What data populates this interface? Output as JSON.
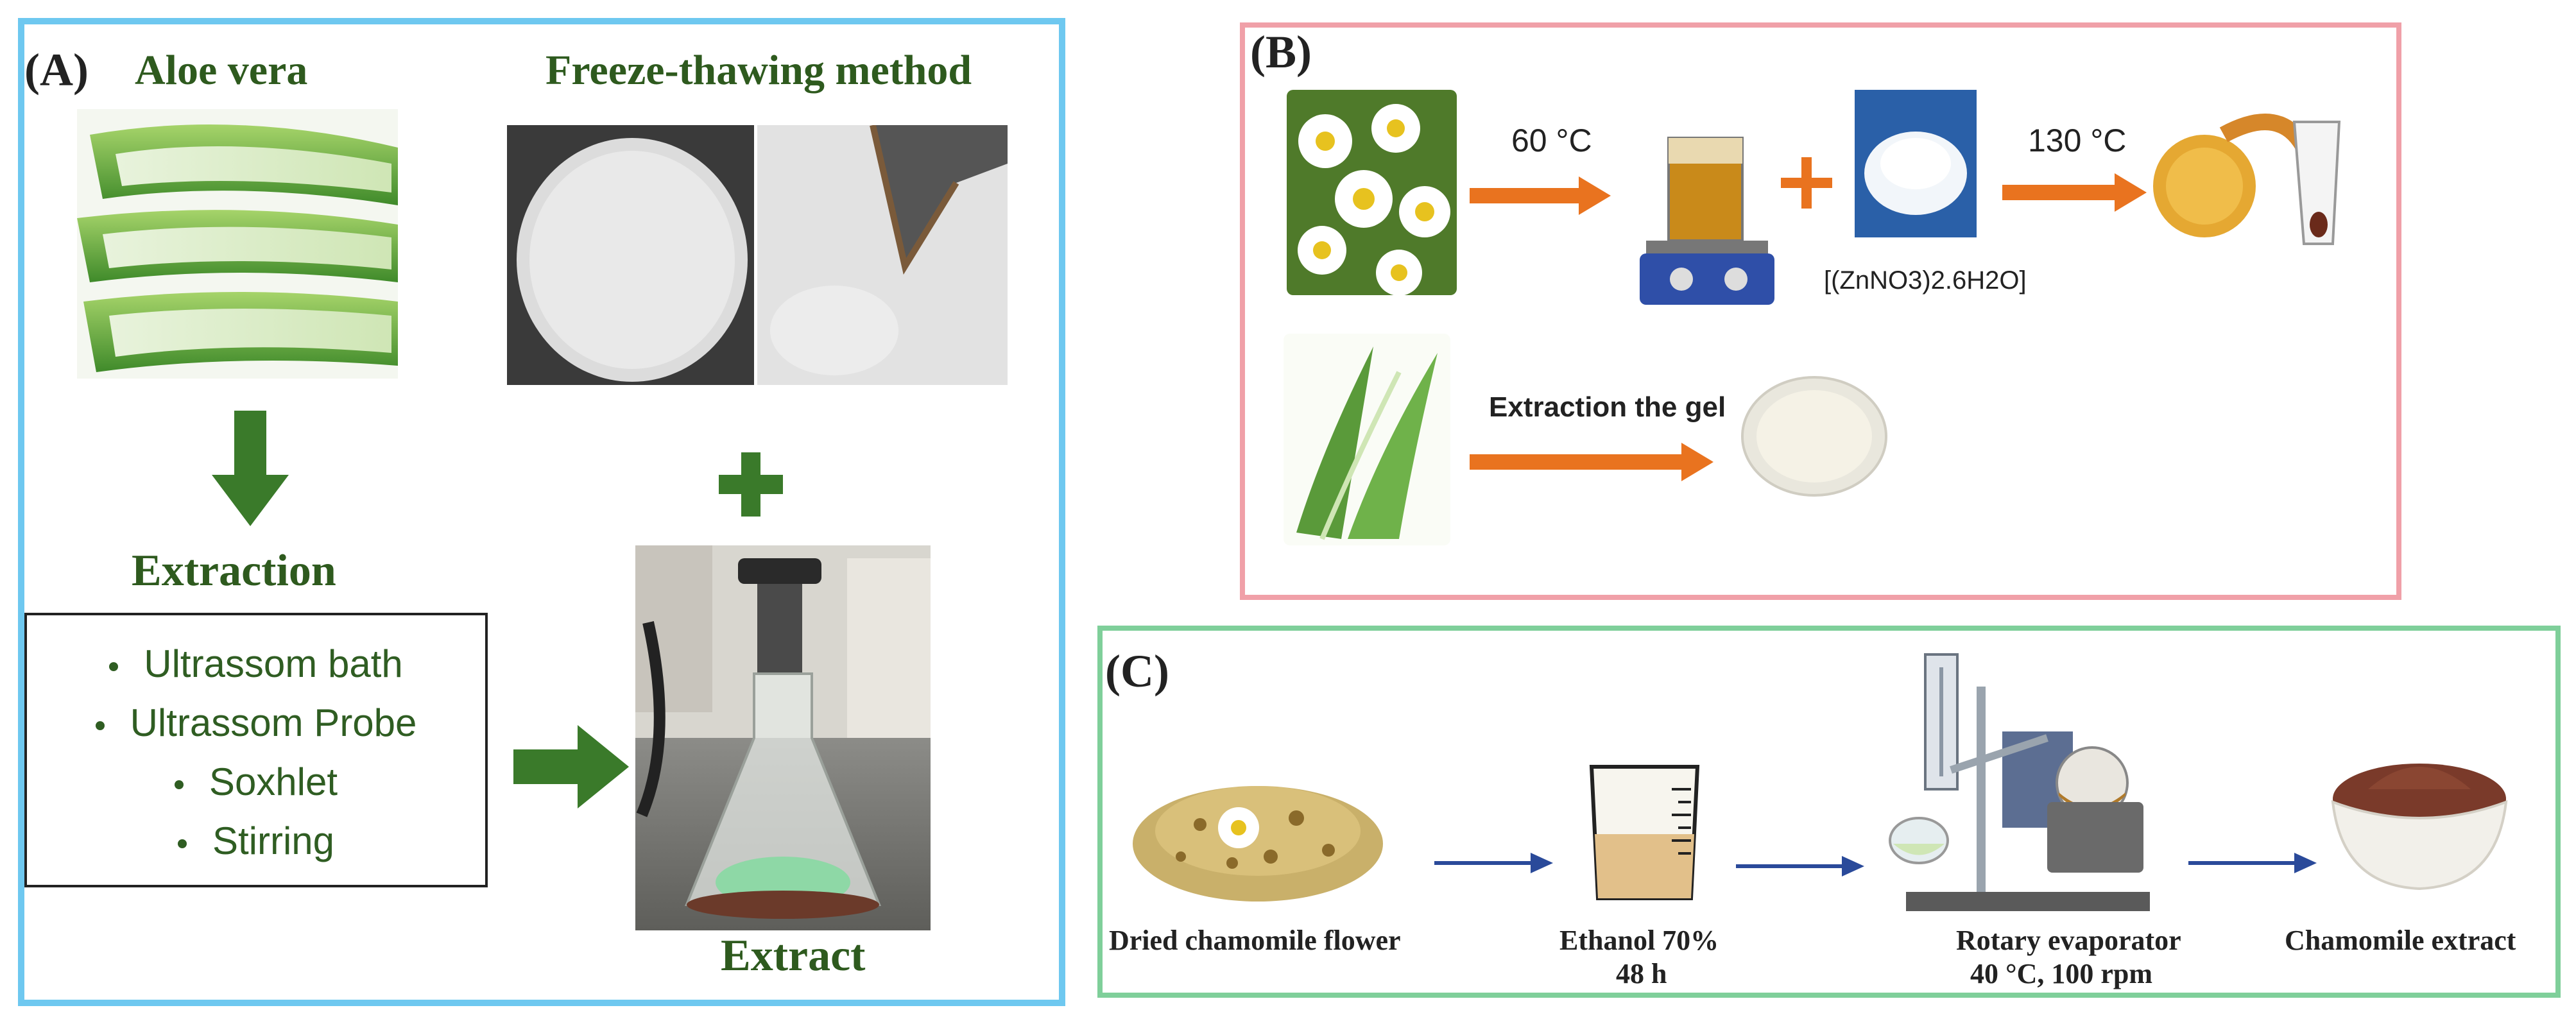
{
  "panel_a": {
    "label": "(A)",
    "aloe_title": "Aloe vera",
    "freeze_title": "Freeze-thawing method",
    "extraction_title": "Extraction",
    "methods": [
      "Ultrassom bath",
      "Ultrassom Probe",
      "Soxhlet",
      "Stirring"
    ],
    "extract_label": "Extract",
    "plus_symbol": "+",
    "colors": {
      "border": "#6ec8f0",
      "arrow": "#3a7a2a",
      "title": "#2e5a1e"
    }
  },
  "panel_b": {
    "label": "(B)",
    "temp1": "60 °C",
    "plus_symbol": "+",
    "zinc_label": "[(ZnNO3)2.6H2O]",
    "temp2": "130 °C",
    "gel_label": "Extraction the gel",
    "colors": {
      "border": "#f0a0a8",
      "arrow": "#e9731f"
    }
  },
  "panel_c": {
    "label": "(C)",
    "step1": "Dried chamomile flower",
    "step2_line1": "Ethanol 70%",
    "step2_line2": "48 h",
    "step3_line1": "Rotary evaporator",
    "step3_line2": "40 °C, 100 rpm",
    "step4": "Chamomile extract",
    "colors": {
      "border": "#7fcf9a",
      "arrow": "#2a4a9a"
    }
  }
}
